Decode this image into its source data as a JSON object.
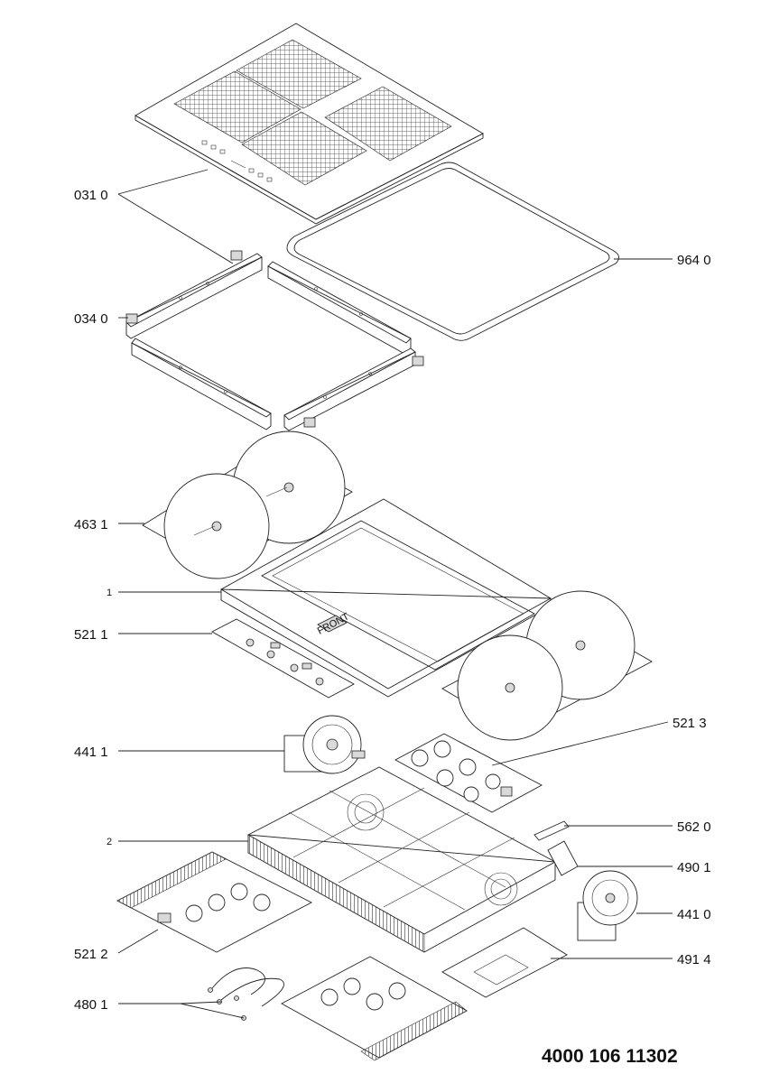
{
  "labels": {
    "p0310": "031 0",
    "p0340": "034 0",
    "p9640": "964 0",
    "p4631": "463 1",
    "p1": "1",
    "p5211": "521 1",
    "p5213": "521 3",
    "p4411": "441 1",
    "p5620": "562 0",
    "p2": "2",
    "p4901": "490 1",
    "p4410": "441 0",
    "p5212": "521 2",
    "p4914": "491 4",
    "p4801": "480 1"
  },
  "document_number": "4000 106 11302",
  "glass_marking": "FRONT"
}
